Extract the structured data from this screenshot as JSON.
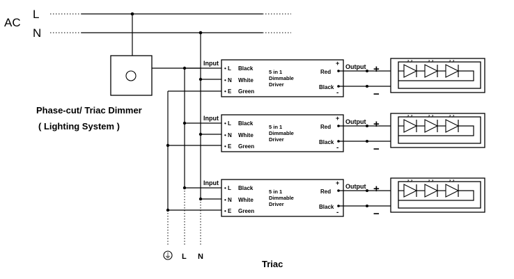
{
  "mains": {
    "ac_label": "AC",
    "line_label": "L",
    "neutral_label": "N"
  },
  "dimmer": {
    "title": "Phase-cut/ Triac Dimmer",
    "subtitle": "( Lighting System )"
  },
  "drivers": [
    {
      "input_label": "Input",
      "terminals": [
        {
          "letter": "L",
          "color": "Black"
        },
        {
          "letter": "N",
          "color": "White"
        },
        {
          "letter": "E",
          "color": "Green"
        }
      ],
      "name_lines": [
        "5 in 1",
        "Dimmable",
        "Driver"
      ],
      "out_pos_label": "Red",
      "out_neg_label": "Black",
      "plus": "+",
      "minus": "-",
      "output_label": "Output",
      "led_plus": "+",
      "led_minus": "−"
    },
    {
      "input_label": "Input",
      "terminals": [
        {
          "letter": "L",
          "color": "Black"
        },
        {
          "letter": "N",
          "color": "White"
        },
        {
          "letter": "E",
          "color": "Green"
        }
      ],
      "name_lines": [
        "5 in 1",
        "Dimmable",
        "Driver"
      ],
      "out_pos_label": "Red",
      "out_neg_label": "Black",
      "plus": "+",
      "minus": "-",
      "output_label": "Output",
      "led_plus": "+",
      "led_minus": "−"
    },
    {
      "input_label": "Input",
      "terminals": [
        {
          "letter": "L",
          "color": "Black"
        },
        {
          "letter": "N",
          "color": "White"
        },
        {
          "letter": "E",
          "color": "Green"
        }
      ],
      "name_lines": [
        "5 in 1",
        "Dimmable",
        "Driver"
      ],
      "out_pos_label": "Red",
      "out_neg_label": "Black",
      "plus": "+",
      "minus": "-",
      "output_label": "Output",
      "led_plus": "+",
      "led_minus": "−"
    }
  ],
  "bottom": {
    "earth_symbol": "⏚",
    "line_label": "L",
    "neutral_label": "N",
    "caption": "Triac"
  }
}
